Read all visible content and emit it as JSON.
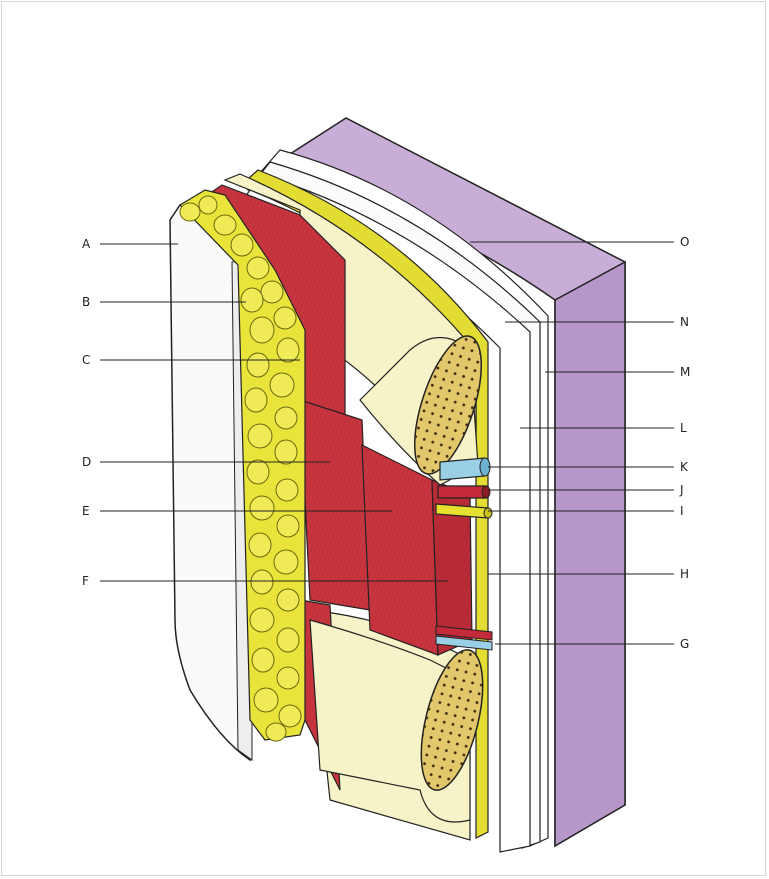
{
  "labels": {
    "A": "A",
    "B": "B",
    "C": "C",
    "D": "D",
    "E": "E",
    "F": "F",
    "G": "G",
    "H": "H",
    "I": "I",
    "J": "J",
    "K": "K",
    "L": "L",
    "M": "M",
    "N": "N",
    "O": "O"
  },
  "colors": {
    "fat": "#e8e43a",
    "muscle": "#c8353f",
    "tendon": "#f6f3c8",
    "periosteum": "#d9d12c",
    "bone": "#e2c86a",
    "artery": "#c42a3a",
    "vein": "#9ad0e6",
    "nerve": "#e8e030",
    "fascia": "#ffffff",
    "pleura": "#c8aed6",
    "skin": "#fafafa"
  }
}
